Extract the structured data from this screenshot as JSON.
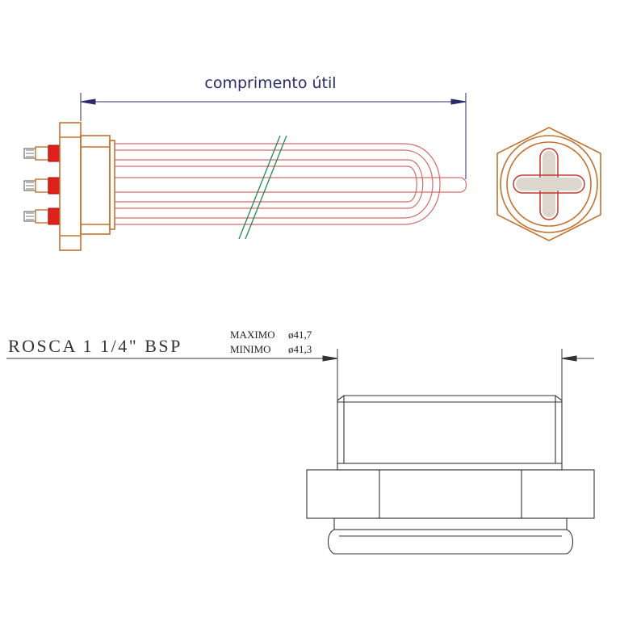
{
  "top_view": {
    "dimension_label": "comprimento útil"
  },
  "thread_spec": {
    "label": "ROSCA 1 1/4\" BSP",
    "max_label": "MAXIMO",
    "max_value": "ø41,7",
    "min_label": "MINIMO",
    "min_value": "ø41,3"
  },
  "colors": {
    "dimension_line": "#2b2a6b",
    "element_tubes": "#c0392b",
    "brass_body": "#c0722f",
    "terminal_red": "#e0201a",
    "break_lines": "#1e8a5a",
    "outline": "#222222",
    "plug_slot_fill": "#ddd6cc"
  }
}
